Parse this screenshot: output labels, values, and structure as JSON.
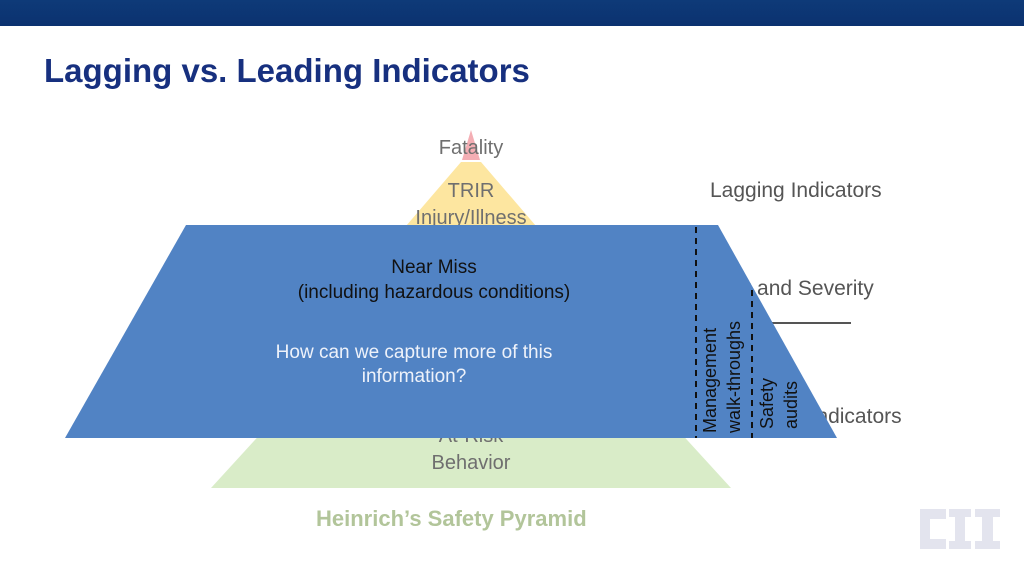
{
  "slide": {
    "title": "Lagging vs. Leading Indicators"
  },
  "pyramid": {
    "top_label": "Fatality",
    "level2_line1": "TRIR",
    "level2_line2": "Injury/Illness",
    "base_line1": "At-Risk",
    "base_line2": "Behavior",
    "caption": "Heinrich’s Safety Pyramid",
    "colors": {
      "top": "#f4aeb4",
      "level2": "#fde6a0",
      "base": "#d9ecc8",
      "overlay": "#5183c4"
    }
  },
  "side_labels": {
    "lagging": "Lagging Indicators",
    "middle": "Cost and Severity",
    "leading": "Leading Indicators"
  },
  "overlay": {
    "line1": "Near Miss",
    "line2": "(including hazardous conditions)",
    "question_line1": "How can we capture more of this",
    "question_line2": "information?",
    "col1_line1": "Management",
    "col1_line2": "walk-throughs",
    "col2_line1": "Safety",
    "col2_line2": "audits"
  },
  "logo": {
    "icon": "cii-logo-icon",
    "color": "#e3e4ee"
  }
}
